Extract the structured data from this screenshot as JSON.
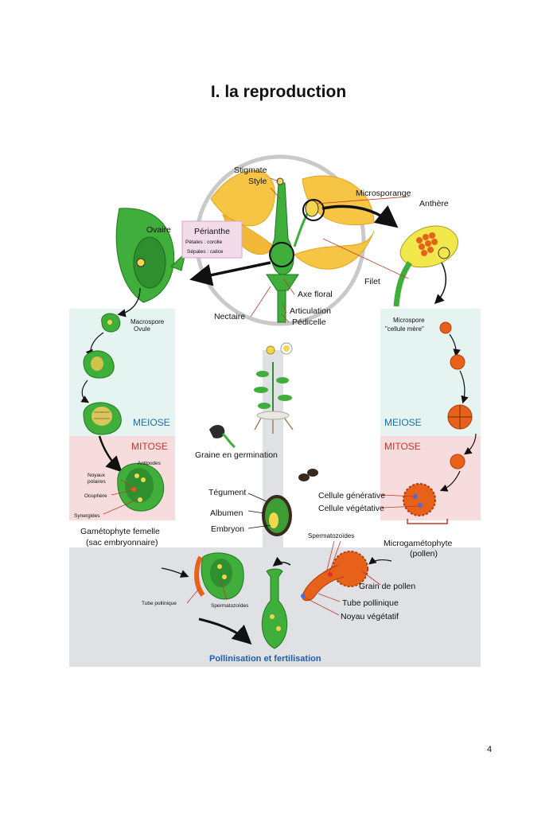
{
  "page": {
    "title": "I. la reproduction",
    "page_number": "4"
  },
  "colors": {
    "meiose_bg": "#e6f4f1",
    "mitose_bg": "#f6dcdc",
    "pollination_bg": "#dfe1e5",
    "plant_green": "#3fae3a",
    "petal_yellow": "#f7c544",
    "pollen_orange": "#e8611a",
    "meiose_text": "#1a6fb0",
    "mitose_text": "#c0392b",
    "pollination_text": "#1f5fa8"
  },
  "labels": {
    "stigmate": "Stigmate",
    "style": "Style",
    "ovaire": "Ovaire",
    "perianthe": "Périanthe",
    "petales": "Pétales : corolle",
    "sepales": "Sépales : calice",
    "microsporange": "Microsporange",
    "anthere": "Anthère",
    "filet": "Filet",
    "axe_floral": "Axe floral",
    "articulation": "Articulation",
    "pedicelle": "Pédicelle",
    "nectaire": "Nectaire",
    "macrospore": "Macrospore",
    "ovule": "Ovule",
    "microspore": "Microspore",
    "cellule_mere": "\"cellule mère\"",
    "meiose_left": "MEIOSE",
    "meiose_right": "MEIOSE",
    "mitose_left": "MITOSE",
    "mitose_right": "MITOSE",
    "antipodes": "Antipodes",
    "noyaux": "Noyaux",
    "polaires": "polaires",
    "oosphere": "Oosphère",
    "synergides": "Synergides",
    "graine_germination": "Graine en germination",
    "tegument": "Tégument",
    "albumen": "Albumen",
    "embryon": "Embryon",
    "cellule_generative": "Cellule générative",
    "cellule_vegetative": "Cellule végétative",
    "gametophyte_femelle": "Gamétophyte femelle",
    "sac_embryonnaire": "(sac embryonnaire)",
    "spermatozoides": "Spermatozoïdes",
    "microgametophyte": "Microgamétophyte",
    "pollen": "(pollen)",
    "grain_de_pollen": "Grain de pollen",
    "tube_pollinique_right": "Tube pollinique",
    "noyau_vegetatif": "Noyau végétatif",
    "tube_pollinique_left": "Tube pollinique",
    "spermatozoides_bottom": "Spermatozoïdes",
    "pollinisation": "Pollinisation et fertilisation"
  }
}
